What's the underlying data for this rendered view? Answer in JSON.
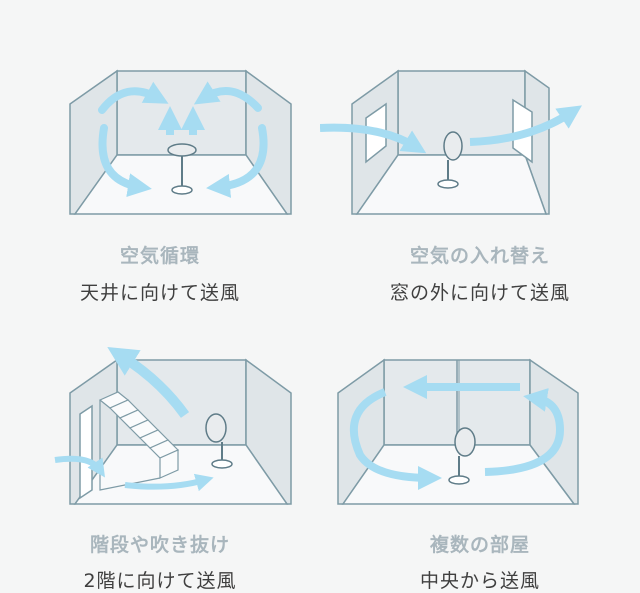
{
  "scenes": [
    {
      "title": "空気循環",
      "description": "天井に向けて送風"
    },
    {
      "title": "空気の入れ替え",
      "description": "窓の外に向けて送風"
    },
    {
      "title": "階段や吹き抜け",
      "description": "2階に向けて送風"
    },
    {
      "title": "複数の部屋",
      "description": "中央から送風"
    }
  ],
  "colors": {
    "background": "#f5f6f6",
    "room_wall": "#dfe5e8",
    "room_outline": "#7e9ba6",
    "arrow": "#a6dcf2",
    "fan_body": "#e9ecee",
    "fan_outline": "#5f7c88",
    "title_text": "#a9b6bd",
    "description_text": "#3f3f3f"
  },
  "icons": [
    "circulation-arrow-icon",
    "fan-icon",
    "window-icon",
    "stairs-icon"
  ]
}
